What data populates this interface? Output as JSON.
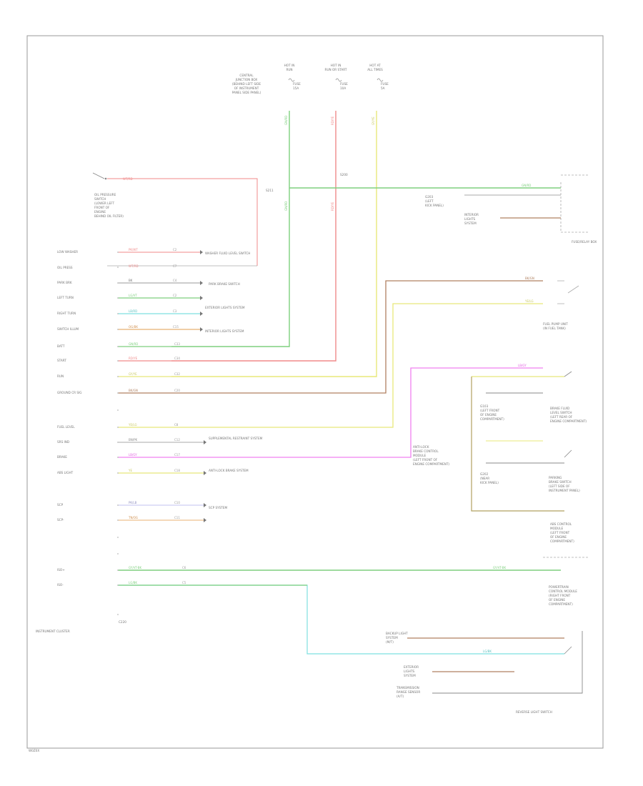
{
  "title_block": {
    "cluster_label": "INSTRUMENT CLUSTER",
    "footer_code": "W0Z0X"
  },
  "top_sources": [
    {
      "id": "src1",
      "lines": [
        "CENTRAL",
        "JUNCTION BOX",
        "(BEHIND LEFT SIDE",
        "OF INSTRUMENT",
        "PANEL SIDE PANEL)"
      ]
    },
    {
      "id": "src2",
      "lines": [
        "HOT IN",
        "RUN"
      ],
      "fuse": "FUSE 15A"
    },
    {
      "id": "src3",
      "lines": [
        "HOT IN",
        "RUN OR START"
      ],
      "fuse": "FUSE 10A"
    },
    {
      "id": "src4",
      "lines": [
        "HOT AT",
        "ALL TIMES"
      ],
      "fuse": "FUSE 5A"
    }
  ],
  "cluster_pins": [
    {
      "id": "low-washer",
      "label": "LOW WASHER",
      "wire": "PK/WT",
      "pin": "C2",
      "dest": "WASHER FLUID LEVEL SWITCH"
    },
    {
      "id": "oil-press",
      "label": "OIL PRESS",
      "wire": "WT/RD",
      "pin": "C7"
    },
    {
      "id": "park-brk",
      "label": "PARK BRK",
      "wire": "BK",
      "pin": "C4",
      "dest": "PARK BRAKE SWITCH"
    },
    {
      "id": "left-turn",
      "label": "LEFT TURN",
      "wire": "LG/VT",
      "pin": "C2",
      "dest": "EXTERIOR LIGHTS SYSTEM"
    },
    {
      "id": "right-turn",
      "label": "RIGHT TURN",
      "wire": "LB/RD",
      "pin": "C3",
      "dest": "EXTERIOR LIGHTS SYSTEM"
    },
    {
      "id": "switch-illum",
      "label": "SWITCH ILLUM",
      "wire": "OG/BK",
      "pin": "C15",
      "dest": "INTERIOR LIGHTS SYSTEM"
    },
    {
      "id": "batt",
      "label": "BATT",
      "wire": "GN/RD",
      "pin": "C33"
    },
    {
      "id": "start",
      "label": "START",
      "wire": "RD/YE",
      "pin": "C34"
    },
    {
      "id": "run",
      "label": "RUN",
      "wire": "GY/YE",
      "pin": "C32"
    },
    {
      "id": "ground-cr",
      "label": "GROUND CR SIG",
      "wire": "BK/GN",
      "pin": "C20"
    },
    {
      "id": "fuel-level",
      "label": "FUEL LEVEL",
      "wire": "YE/LG",
      "pin": "C8"
    },
    {
      "id": "srs-ind",
      "label": "SRS IND",
      "wire": "BN/PK",
      "pin": "C12",
      "dest": "SUPPLEMENTAL RESTRAINT SYSTEM"
    },
    {
      "id": "brake",
      "label": "BRAKE",
      "wire": "LB/GY",
      "pin": "C17"
    },
    {
      "id": "abs-lamp",
      "label": "ABS LIGHT",
      "wire": "YE",
      "pin": "C18",
      "dest": "ANTI-LOCK BRAKE SYSTEM"
    },
    {
      "id": "scp1",
      "label": "SCP",
      "wire": "PK/LB",
      "pin": "C10",
      "dest": "SCP SYSTEM"
    },
    {
      "id": "scp2",
      "label": "SCP-",
      "wire": "TN/OG",
      "pin": "C11"
    },
    {
      "id": "iso1",
      "label": "ISO+",
      "wire": "GY/VT-BK",
      "pin": "C6"
    },
    {
      "id": "iso2",
      "label": "ISO-",
      "wire": "LG/BK",
      "pin": "C5"
    }
  ],
  "right_components": [
    {
      "id": "hot-box",
      "label": "FUSE/RELAY BOX"
    },
    {
      "id": "fuel-sender",
      "lines": [
        "FUEL PUMP UNIT",
        "(IN FUEL TANK)"
      ]
    },
    {
      "id": "brake-switch",
      "lines": [
        "BRAKE FLUID",
        "LEVEL SWITCH",
        "(LEFT REAR OF",
        "ENGINE COMPARTMENT)"
      ]
    },
    {
      "id": "abs-module",
      "lines": [
        "ANTI-LOCK",
        "BRAKE CONTROL",
        "MODULE",
        "(LEFT FRONT OF",
        "ENGINE COMPARTMENT)"
      ]
    },
    {
      "id": "park-switch",
      "lines": [
        "PARKING",
        "BRAKE SWITCH",
        "(LEFT SIDE OF",
        "INSTRUMENT PANEL)"
      ]
    },
    {
      "id": "pcm",
      "lines": [
        "POWERTRAIN",
        "CONTROL MODULE",
        "(RIGHT FRONT",
        "OF ENGINE",
        "COMPARTMENT)"
      ]
    },
    {
      "id": "rear-switch",
      "label": "REVERSE LIGHT SWITCH"
    }
  ],
  "colors": {
    "green": "#7ecf7e",
    "red": "#f08a8a",
    "yellow": "#e8e87a",
    "brown": "#b08060",
    "magenta": "#f080f0",
    "cyan": "#7ee0e0",
    "frame": "#999999"
  }
}
